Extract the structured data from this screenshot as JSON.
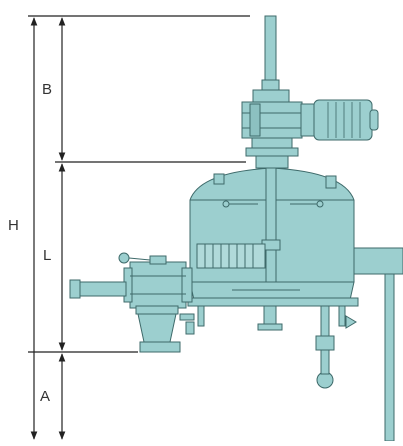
{
  "dimensions": {
    "H": "H",
    "B": "B",
    "L": "L",
    "A": "A"
  },
  "colors": {
    "body_fill": "#9ccfcf",
    "outline": "#3e6a6a",
    "dimension_line": "#222222",
    "background": "#ffffff"
  }
}
